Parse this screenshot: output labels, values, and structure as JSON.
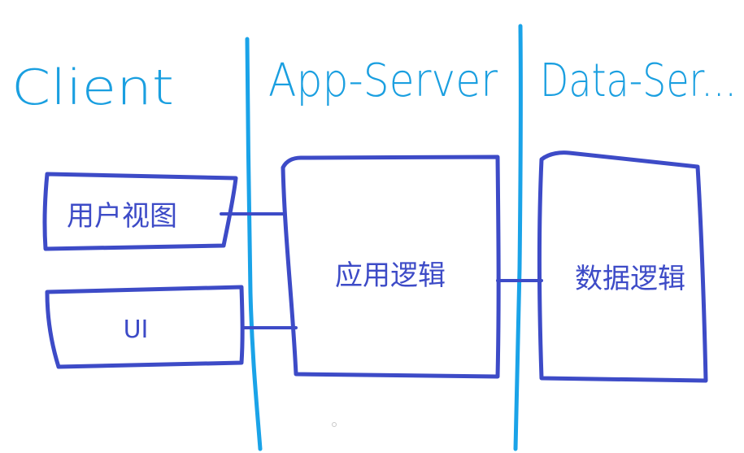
{
  "columns": {
    "client": "Client",
    "app_server": "App-Server",
    "data_server": "Data-Ser..."
  },
  "boxes": {
    "user_view": "用户视图",
    "ui": "UI",
    "app_logic": "应用逻辑",
    "data_logic": "数据逻辑"
  },
  "colors": {
    "divider": "#1aa3e8",
    "heading": "#1a9fe0",
    "box_stroke": "#3d4bc7"
  }
}
